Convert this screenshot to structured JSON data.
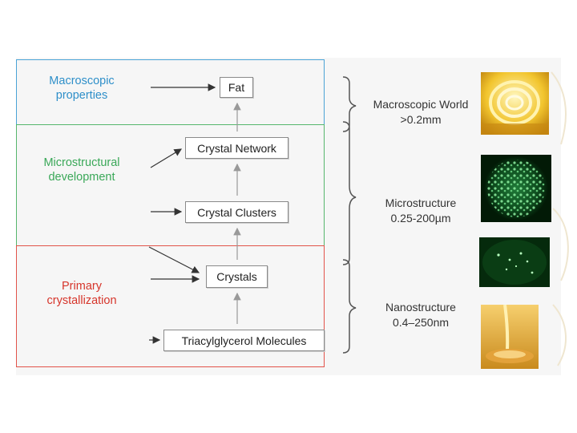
{
  "stages": [
    {
      "id": "macroscopic",
      "label_line1": "Macroscopic",
      "label_line2": "properties",
      "color": "#2e8fc9"
    },
    {
      "id": "microstructural",
      "label_line1": "Microstructural",
      "label_line2": "development",
      "color": "#3aa858"
    },
    {
      "id": "primary",
      "label_line1": "Primary",
      "label_line2": "crystallization",
      "color": "#d6352b"
    }
  ],
  "nodes": {
    "fat": "Fat",
    "crystal_network": "Crystal Network",
    "crystal_clusters": "Crystal Clusters",
    "crystals": "Crystals",
    "tag_molecules": "Triacylglycerol Molecules"
  },
  "scales": [
    {
      "name": "Macroscopic World",
      "range": ">0.2mm"
    },
    {
      "name": "Microstructure",
      "range": "0.25-200µm"
    },
    {
      "name": "Nanostructure",
      "range": "0.4–250nm"
    }
  ],
  "photos": [
    "butter-curl-photo",
    "crystal-network-micrograph",
    "crystals-micrograph",
    "oil-pour-photo"
  ]
}
